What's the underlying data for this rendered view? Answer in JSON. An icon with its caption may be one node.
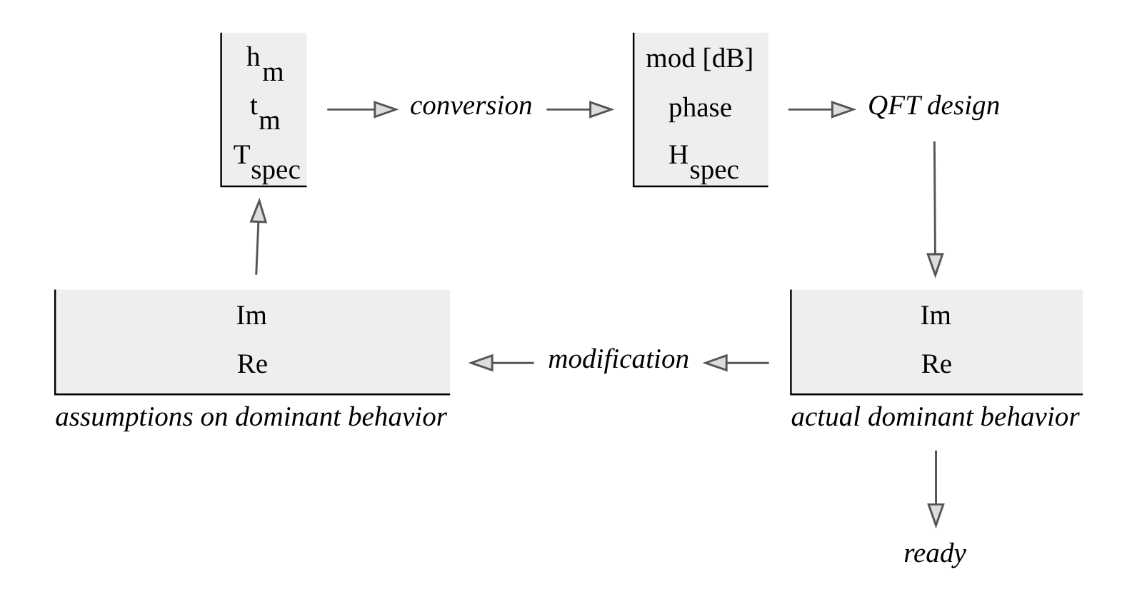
{
  "diagram": {
    "nodes": [
      {
        "text": [
          "h$_{m}$",
          "t$_{m}$",
          "T$_{spec}$"
        ]
      },
      {
        "text": [
          "conversion"
        ]
      },
      {
        "text": [
          "mod [dB]",
          "phase",
          "H$_{spec}$"
        ]
      },
      {
        "text": [
          "QFT design"
        ]
      },
      {
        "text": [
          "Im",
          "Re"
        ],
        "beside": [
          "actual dominant behavior"
        ]
      },
      {
        "text": [
          "modification"
        ]
      },
      {
        "text": [
          "Im",
          "Re"
        ],
        "beside": [
          "assumptions on dominant behavior"
        ]
      },
      {
        "text": [
          "ready"
        ]
      }
    ],
    "edges": [
      {
        "from": 0,
        "to": 1,
        "arrow": "to"
      },
      {
        "from": 1,
        "to": 2,
        "arrow": "to"
      },
      {
        "from": 2,
        "to": 3,
        "arrow": "to"
      },
      {
        "from": 3,
        "to": 4,
        "arrow": "to"
      },
      {
        "from": 4,
        "to": 5,
        "arrow": "to"
      },
      {
        "from": 5,
        "to": 6,
        "arrow": "to"
      },
      {
        "from": 6,
        "to": 0,
        "arrow": "to"
      },
      {
        "from": 4,
        "to": 7,
        "arrow": "to"
      }
    ]
  }
}
